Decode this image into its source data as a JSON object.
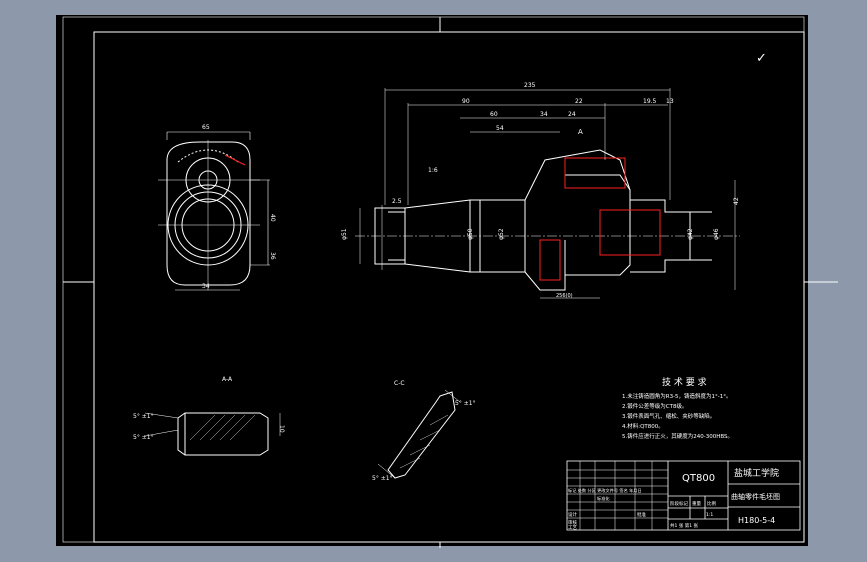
{
  "colors": {
    "backdrop": "#8d99ab",
    "sheet": "#000000",
    "line": "#ffffff",
    "accent": "#ff2020"
  },
  "drawing": {
    "check_mark": "✓",
    "front_view": {
      "dim_top": "65",
      "dim_right_upper": "40",
      "dim_right_lower": "36",
      "dim_bottom": "34"
    },
    "main_view": {
      "dim_total": "235",
      "dim_a": "90",
      "dim_b": "60",
      "dim_c": "34",
      "dim_d": "22",
      "dim_e": "54",
      "dim_f": "24",
      "dim_g": "19.5",
      "dim_h": "13",
      "taper": "1:6",
      "dim_left_small": "2.5",
      "dim_phi_left": "φ51",
      "dim_phi_mid1": "φ50",
      "dim_phi_mid2": "φ52",
      "dim_phi_right1": "φ42",
      "dim_phi_right2": "φ46",
      "dim_right_vert": "42",
      "dim_bottom_text": "256(0)",
      "section_mark": "A"
    },
    "section_aa": {
      "title": "A-A",
      "angle_1": "5° ±1°",
      "angle_2": "5° ±1°",
      "thickness": "10"
    },
    "section_cc": {
      "title": "C-C",
      "angle_top": "5° ±1°",
      "angle_bottom": "5° ±1°"
    }
  },
  "tech_requirements": {
    "title": "技 术 要 求",
    "items": [
      "1.未注铸造圆角为R3-5，铸造斜度为1°-1°。",
      "2.锻件公差等级为CT8级。",
      "3.锻件表面气孔、缩松、夹砂等缺陷。",
      "4.材料:QT800。",
      "5.铸件应进行正火，其硬度为240-300HBS。"
    ]
  },
  "title_block": {
    "material": "QT800",
    "school": "盐城工学院",
    "part_name": "曲轴零件毛坯图",
    "drawing_no": "H180-5-4",
    "stage_label": "阶段标记",
    "weight_label": "重量",
    "scale_label": "比例",
    "scale_value": "1:1",
    "sheet_info": "共1 张 第1 张",
    "sheet_short": "第 张",
    "rev_header": "标记 处数 分区 更改文件号 签名 年月日",
    "design_label": "设计",
    "check_label": "审核",
    "approve_label": "工艺",
    "std_label": "标准化",
    "date_label": "批准"
  }
}
